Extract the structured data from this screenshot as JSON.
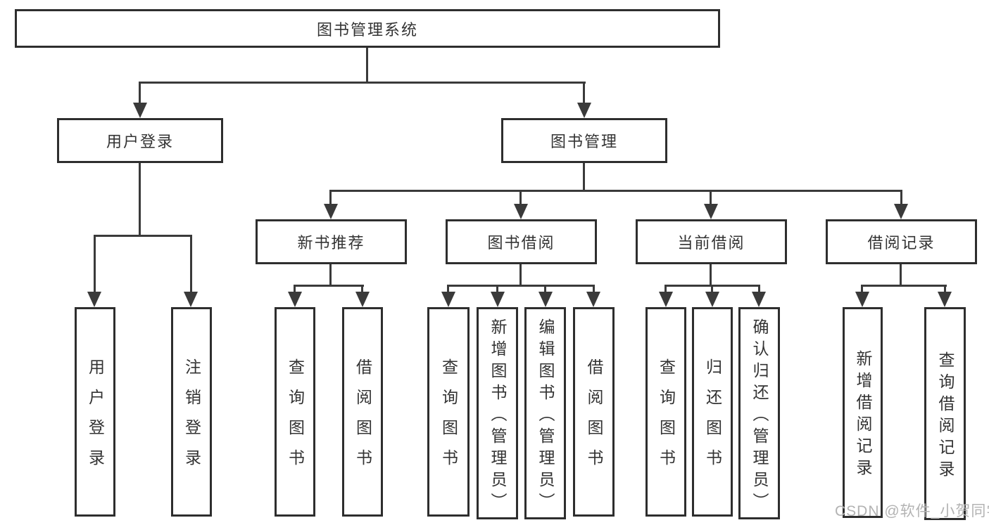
{
  "diagram": {
    "title": "图书管理系统",
    "level2": [
      "用户登录",
      "图书管理"
    ],
    "level3": [
      "新书推荐",
      "图书借阅",
      "当前借阅",
      "借阅记录"
    ],
    "leaves": {
      "user_login": [
        "用户登录",
        "注销登录"
      ],
      "new_book_recommend": [
        "查询图书",
        "借阅图书"
      ],
      "book_borrow": [
        "查询图书",
        "新增图书（管理员）",
        "编辑图书（管理员）",
        "借阅图书"
      ],
      "current_borrow": [
        "查询图书",
        "归还图书",
        "确认归还（管理员）"
      ],
      "borrow_record": [
        "新增借阅记录",
        "查询借阅记录"
      ]
    },
    "watermark": "CSDN @软件_小贺同学",
    "colors": {
      "box_border": "#2e2e2e",
      "connector": "#3a3a3a",
      "text": "#333333",
      "watermark": "#b3b3b3",
      "background": "#ffffff"
    }
  }
}
